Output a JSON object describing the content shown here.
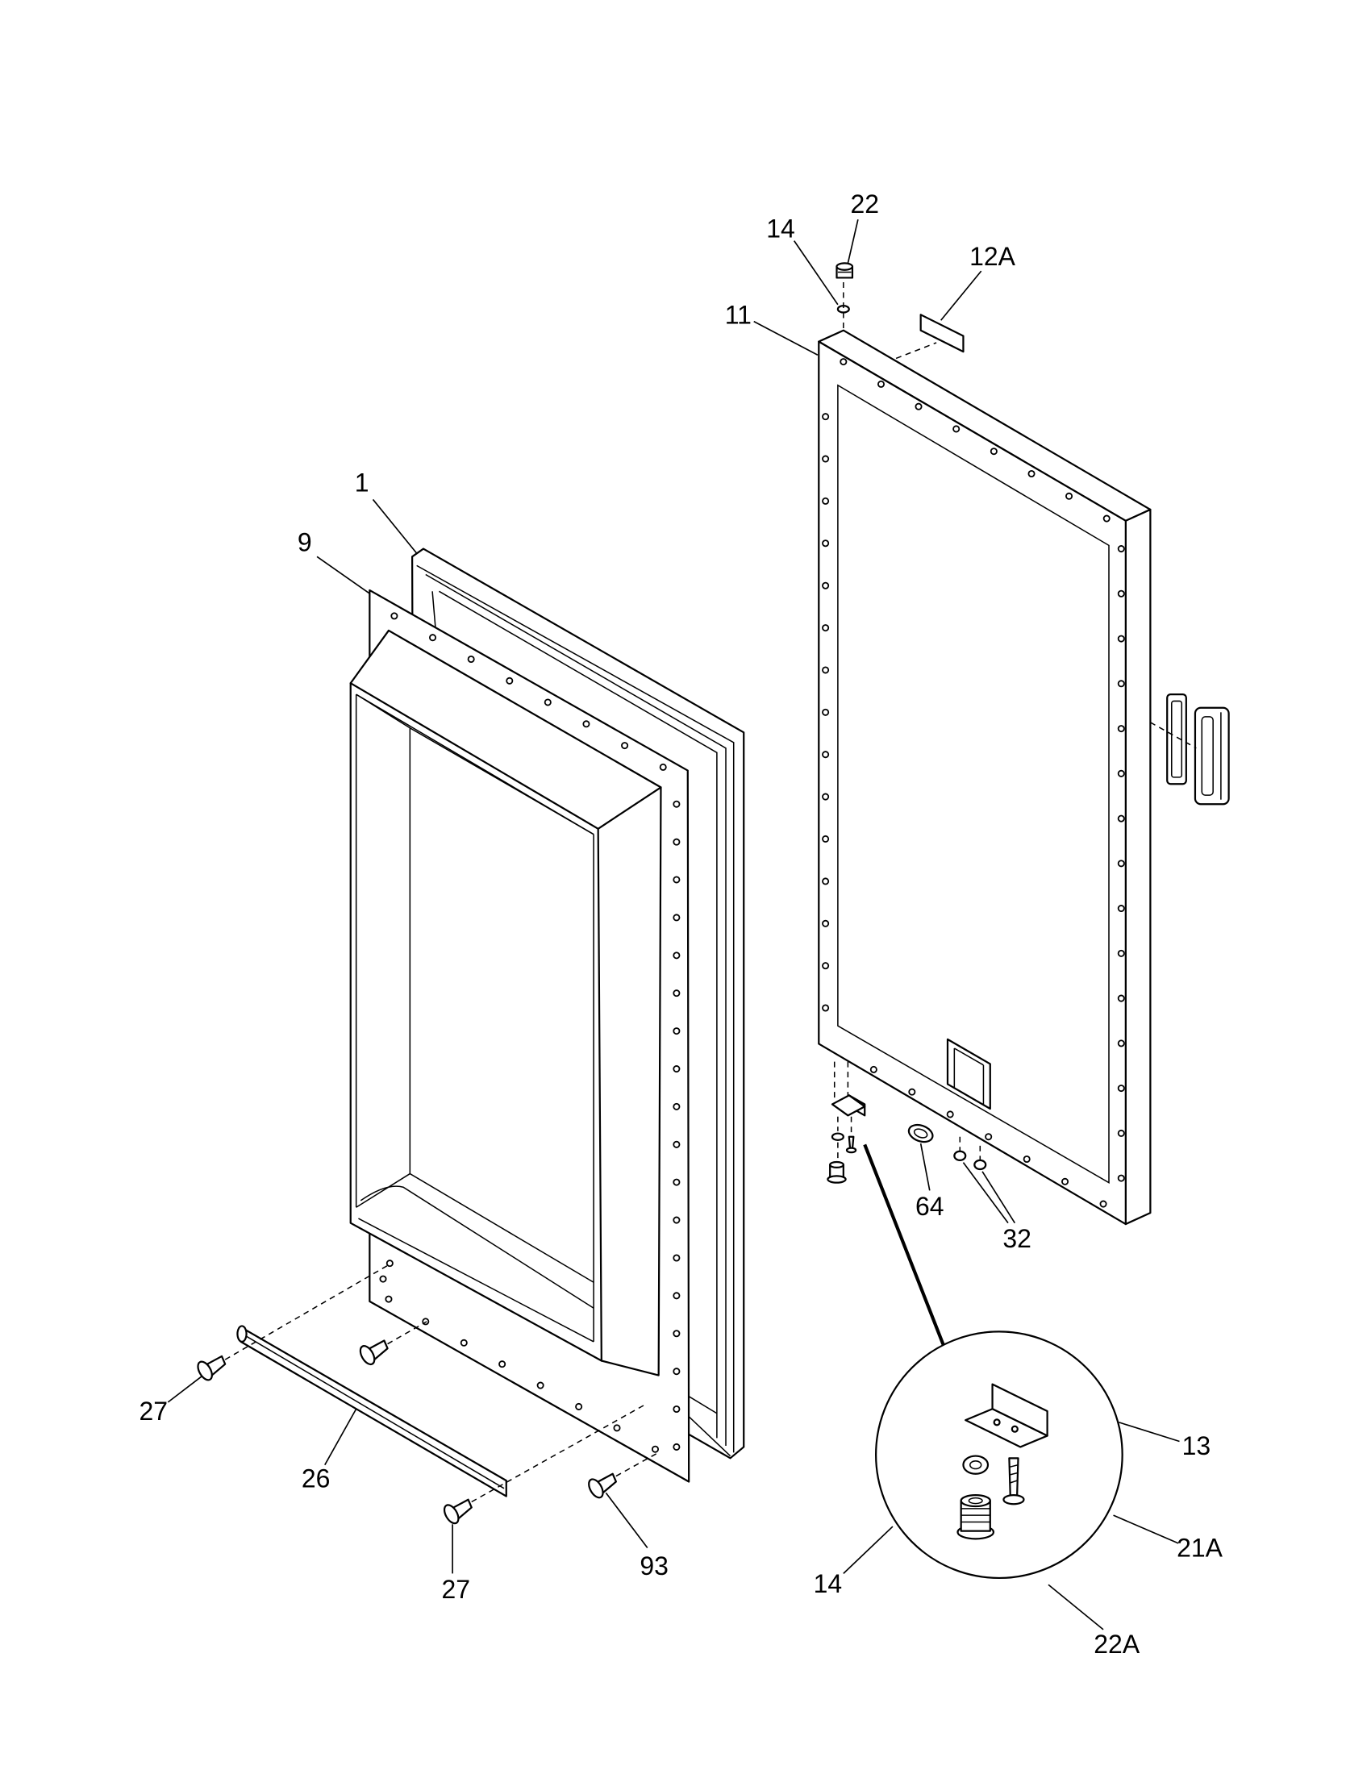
{
  "diagram": {
    "line_color": "#000000",
    "background": "#ffffff",
    "callouts": [
      {
        "label": "22"
      },
      {
        "label": "14"
      },
      {
        "label": "12A"
      },
      {
        "label": "11"
      },
      {
        "label": "1"
      },
      {
        "label": "9"
      },
      {
        "label": "27"
      },
      {
        "label": "26"
      },
      {
        "label": "27"
      },
      {
        "label": "93"
      },
      {
        "label": "64"
      },
      {
        "label": "32"
      },
      {
        "label": "13"
      },
      {
        "label": "21A"
      },
      {
        "label": "14"
      },
      {
        "label": "22A"
      }
    ]
  }
}
